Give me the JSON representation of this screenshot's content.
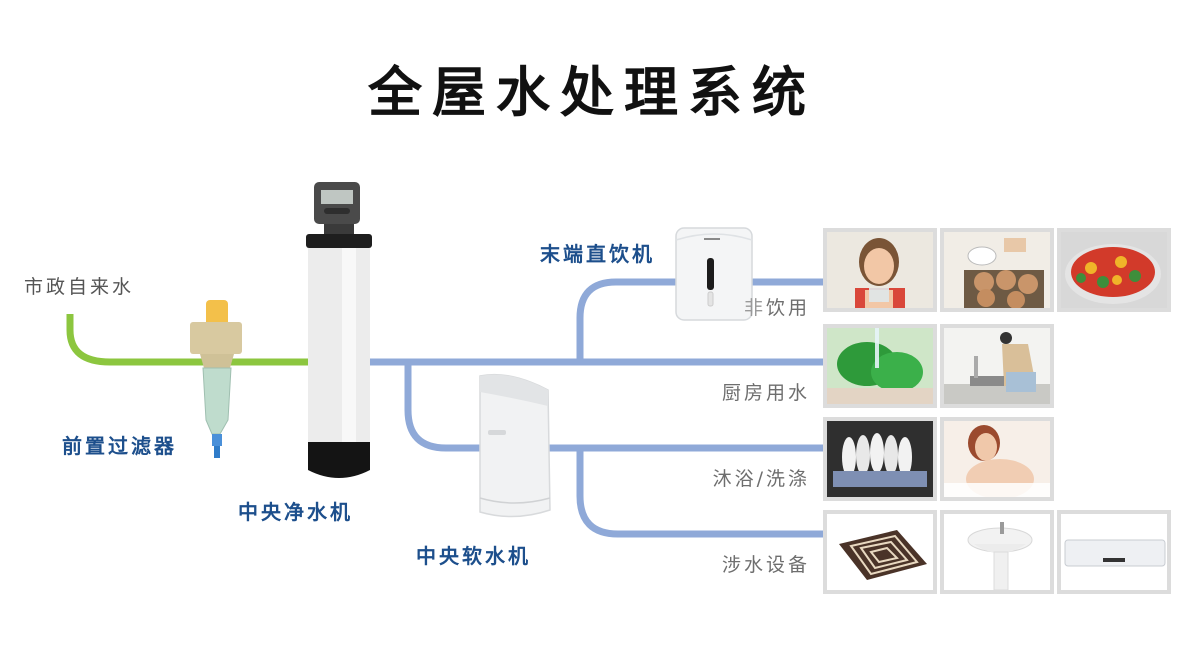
{
  "title": "全屋水处理系统",
  "labels": {
    "source": "市政自来水",
    "prefilter": "前置过滤器",
    "central_purifier": "中央净水机",
    "central_softener": "中央软水机",
    "pou_drinker": "末端直饮机"
  },
  "branches": [
    {
      "label": "饮用",
      "prefix": "非",
      "photos": [
        "girl-drinking-water",
        "baking-sifting-flour",
        "vegetable-salad-bowl"
      ]
    },
    {
      "label": "厨房用水",
      "photos": [
        "washing-vegetables",
        "woman-at-kitchen-sink"
      ]
    },
    {
      "label": "沐浴/洗涤",
      "photos": [
        "dishwasher-rack",
        "woman-in-bath"
      ]
    },
    {
      "label": "涉水设备",
      "photos": [
        "floor-heating-coil",
        "pedestal-sink",
        "wall-air-conditioner"
      ]
    }
  ],
  "colors": {
    "inlet_pipe": "#8cc63f",
    "outlet_pipe": "#8fa9d8",
    "label_blue": "#1d4f8c",
    "label_gray": "#6e6e6e"
  }
}
